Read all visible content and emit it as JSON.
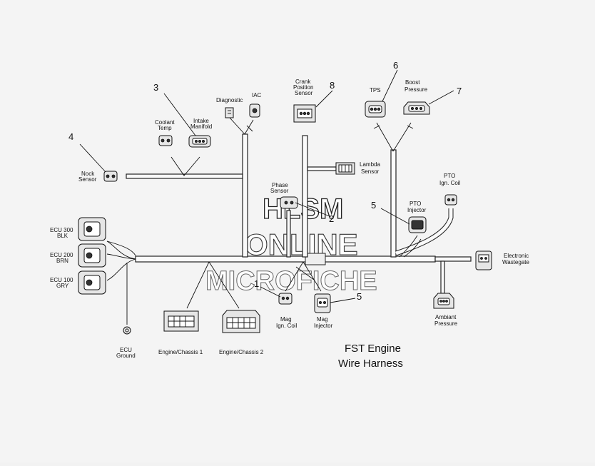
{
  "watermark": {
    "line1": "HLSM",
    "line2": "ONLINE",
    "line3": "MICROFICHE"
  },
  "title": {
    "line1": "FST Engine",
    "line2": "Wire Harness"
  },
  "labels": {
    "diagnostic": "Diagnostic",
    "iac": "IAC",
    "coolant_temp": [
      "Coolant",
      "Temp"
    ],
    "intake_manifold": [
      "Intake",
      "Manifold"
    ],
    "crank_position_sensor": [
      "Crank",
      "Position",
      "Sensor"
    ],
    "tps": "TPS",
    "boost_pressure": [
      "Boost",
      "Pressure"
    ],
    "knock_sensor": [
      "Nock",
      "Sensor"
    ],
    "lambda_sensor": [
      "Lambda",
      "Sensor"
    ],
    "phase_sensor": [
      "Phase",
      "Sensor"
    ],
    "pto_ign_coil": [
      "PTO",
      "Ign. Coil"
    ],
    "pto_injector": [
      "PTO",
      "Injector"
    ],
    "ecu_300": [
      "ECU 300",
      "BLK"
    ],
    "ecu_200": [
      "ECU 200",
      "BRN"
    ],
    "ecu_100": [
      "ECU 100",
      "GRY"
    ],
    "electronic_wastegate": [
      "Electronic",
      "Wastegate"
    ],
    "mag_ign_coil": [
      "Mag",
      "Ign. Coil"
    ],
    "mag_injector": [
      "Mag",
      "Injector"
    ],
    "ambiant_pressure": [
      "Ambiant",
      "Pressure"
    ],
    "ecu_ground": [
      "ECU",
      "Ground"
    ],
    "engine_chassis_1": "Engine/Chassis 1",
    "engine_chassis_2": "Engine/Chassis 2"
  },
  "callouts": {
    "c1": "1",
    "c2": "2",
    "c3": "3",
    "c4": "4",
    "c5a": "5",
    "c5b": "5",
    "c6": "6",
    "c7": "7",
    "c8": "8"
  }
}
